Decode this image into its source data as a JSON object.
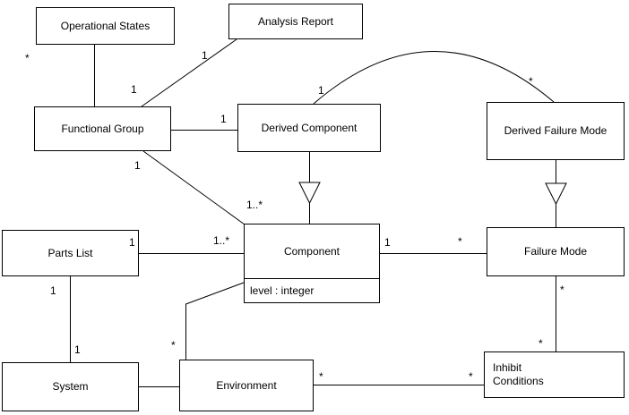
{
  "classes": {
    "operational_states": {
      "name": "Operational States"
    },
    "analysis_report": {
      "name": "Analysis Report"
    },
    "functional_group": {
      "name": "Functional Group"
    },
    "derived_component": {
      "name": "Derived Component"
    },
    "derived_failure_mode": {
      "name": "Derived Failure Mode"
    },
    "parts_list": {
      "name": "Parts List"
    },
    "component": {
      "name": "Component",
      "attributes": [
        "level : integer"
      ]
    },
    "failure_mode": {
      "name": "Failure Mode"
    },
    "system": {
      "name": "System"
    },
    "environment": {
      "name": "Environment"
    },
    "inhibit_conditions": {
      "name": "Inhibit Conditions"
    }
  },
  "multiplicities": {
    "operational_states_end": "*",
    "functional_group_analysis_end": "1",
    "analysis_report_end": "1",
    "derived_component_arc_end": "1",
    "derived_failure_mode_arc_end": "*",
    "derived_component_fg_end": "1",
    "functional_group_component_end": "1",
    "component_functional_group_end": "1..*",
    "parts_list_component_end": "1",
    "component_parts_list_end": "1..*",
    "component_failure_mode_end": "1",
    "failure_mode_component_end": "*",
    "parts_list_system_end": "1",
    "system_parts_list_end": "1",
    "environment_component_end": "*",
    "environment_inhibit_end": "*",
    "inhibit_environment_end": "*",
    "failure_mode_inhibit_end": "*",
    "inhibit_failure_mode_end": "*"
  },
  "colors": {
    "background": "#ffffff",
    "line": "#000000",
    "text": "#000000"
  }
}
